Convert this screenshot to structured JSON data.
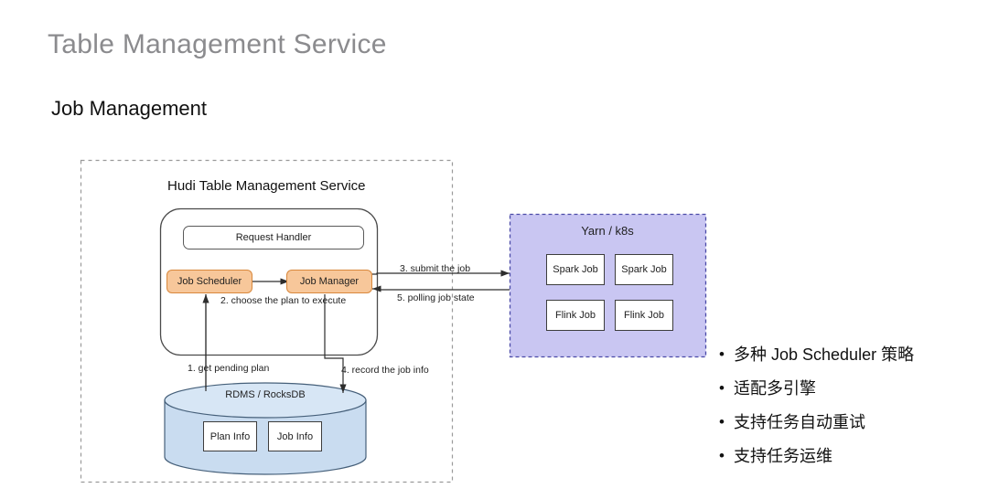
{
  "page": {
    "title": "Table Management Service",
    "section_title": "Job Management"
  },
  "diagram": {
    "heading": "Hudi Table Management Service",
    "nodes": {
      "request_handler": "Request Handler",
      "job_scheduler": "Job Scheduler",
      "job_manager": "Job Manager",
      "database": "RDMS / RocksDB",
      "plan_info": "Plan Info",
      "job_info": "Job Info",
      "cluster": "Yarn / k8s",
      "spark_job_1": "Spark Job",
      "spark_job_2": "Spark Job",
      "flink_job_1": "Flink Job",
      "flink_job_2": "Flink Job"
    },
    "flows": {
      "step1": "1. get pending plan",
      "step2": "2. choose the plan to execute",
      "step3": "3. submit the job",
      "step4": "4. record the job info",
      "step5": "5. polling job state"
    },
    "colors": {
      "orange_fill": "#f7c79a",
      "orange_stroke": "#d9883c",
      "cluster_fill": "#c9c6f2",
      "cluster_stroke": "#4b4ba8",
      "db_fill": "#c9dcf0",
      "db_stroke": "#46607a",
      "dashed_stroke": "#9a9a9a",
      "line_stroke": "#3d3d3d"
    }
  },
  "bullets": [
    {
      "marker": "•",
      "text": "多种 Job Scheduler 策略"
    },
    {
      "marker": "•",
      "text": "适配多引擎"
    },
    {
      "marker": "•",
      "text": "支持任务自动重试"
    },
    {
      "marker": "•",
      "text": "支持任务运维"
    }
  ]
}
